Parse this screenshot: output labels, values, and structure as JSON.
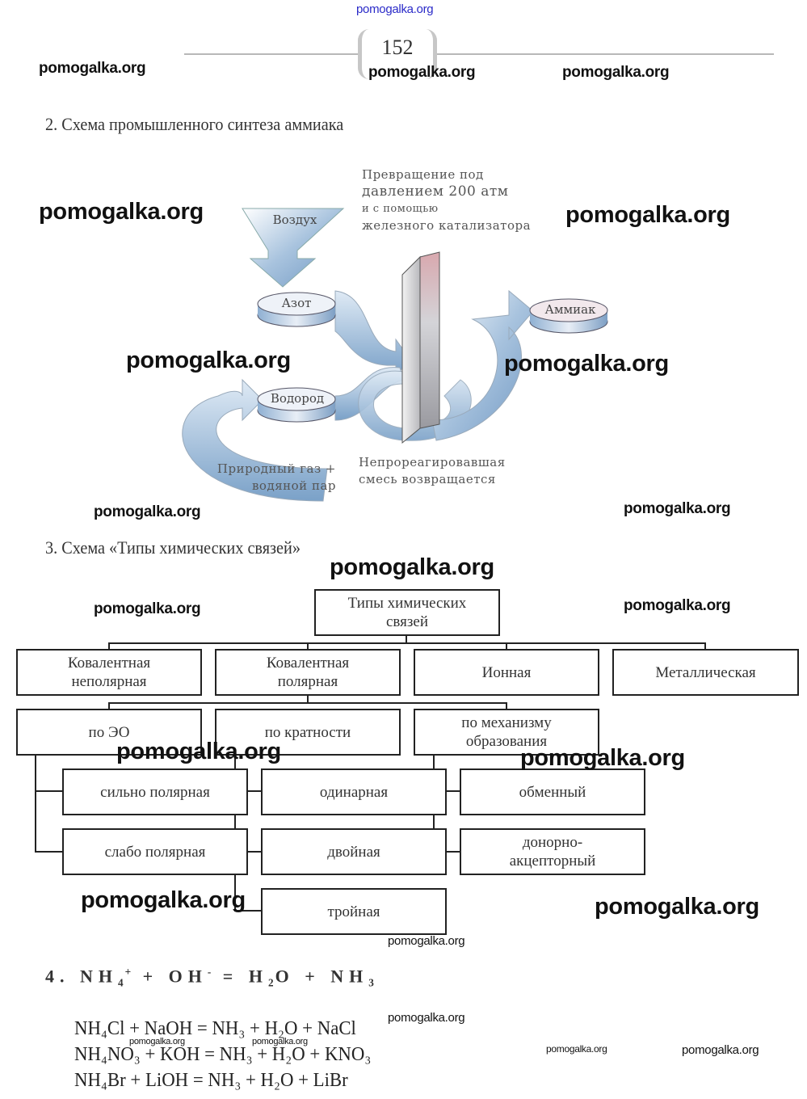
{
  "header": {
    "site_link": "pomogalka.org",
    "page_number": "152"
  },
  "watermark": "pomogalka.org",
  "section2": {
    "heading": "2.  Схема промышленного синтеза аммиака",
    "diagram": {
      "air": "Воздух",
      "nitrogen": "Азот",
      "hydrogen": "Водород",
      "ammonia": "Аммиак",
      "conversion_note": [
        "Превращение под",
        "давлением 200 атм",
        "и с помощью",
        "железного катализатора"
      ],
      "source_note": [
        "Природный газ +",
        "водяной пар"
      ],
      "recycle_note": [
        "Непрореагировавшая",
        "смесь возвращается"
      ]
    }
  },
  "section3": {
    "heading": "3.  Схема «Типы химических связей»",
    "root": "Типы химических связей",
    "types": [
      "Ковалентная неполярная",
      "Ковалентная полярная",
      "Ионная",
      "Металлическая"
    ],
    "criteria": [
      "по ЭО",
      "по кратности",
      "по механизму образования"
    ],
    "by_en": [
      "сильно полярная",
      "слабо полярная"
    ],
    "by_multiplicity": [
      "одинарная",
      "двойная",
      "тройная"
    ],
    "by_mechanism": [
      "обменный",
      "донорно-акцепторный"
    ]
  },
  "section4": {
    "number": "4.",
    "ionic_equation": {
      "lhs1": "NH",
      "lhs1_sub": "4",
      "lhs1_sup": "+",
      "lhs2": "OH",
      "lhs2_sup": "-",
      "rhs1a": "H",
      "rhs1_sub": "2",
      "rhs1b": "O",
      "rhs2": "NH",
      "rhs2_sub": "3"
    },
    "equations": [
      "NH₄Cl + NaOH = NH₃ + H₂O + NaCl",
      "NH₄NO₃ + KOH = NH₃ + H₂O + KNO₃",
      "NH₄Br + LiOH = NH₃ + H₂O + LiBr"
    ]
  }
}
